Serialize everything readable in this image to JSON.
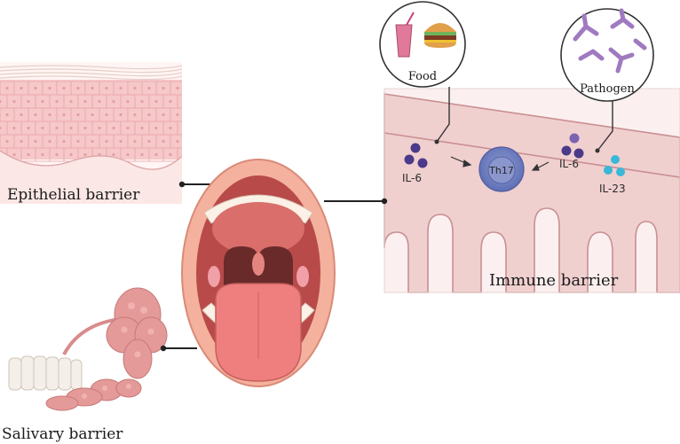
{
  "labels": {
    "epithelial": "Epithelial barrier",
    "immune": "Immune barrier",
    "salivary": "Salivary barrier",
    "food": "Food",
    "pathogen": "Pathogen",
    "th17": "Th17",
    "il6_left": "IL-6",
    "il6_right": "IL-6",
    "il23": "IL-23"
  },
  "colors": {
    "skin_surface": "#f4dcd6",
    "skin_cells": "#f2bcc0",
    "mucosa": "#f0cfcf",
    "mucosa_stroke": "#c98f92",
    "lip": "#f2aa93",
    "tongue": "#ef7f7e",
    "throat": "#6a2a2a",
    "th17_cell": "#7f8fc9",
    "il6_particle": "#4b3a8a",
    "il23_particle": "#39b8d8",
    "pathogen": "#a07ac0",
    "gland": "#d98c8c"
  },
  "icons": [
    "drink-icon",
    "burger-icon",
    "bacteria-icon",
    "mouth-illustration",
    "salivary-gland-illustration",
    "epithelium-illustration"
  ]
}
